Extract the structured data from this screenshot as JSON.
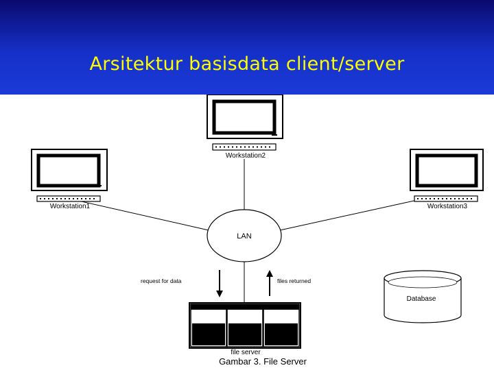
{
  "slide": {
    "title": "Arsitektur basisdata client/server"
  },
  "diagram": {
    "workstation1": "Workstation1",
    "workstation2": "Workstation2",
    "workstation3": "Workstation3",
    "lan": "LAN",
    "request_label": "request for data",
    "returned_label": "files returned",
    "database": "Database",
    "file_server": "file server",
    "caption": "Gambar 3. File Server"
  }
}
